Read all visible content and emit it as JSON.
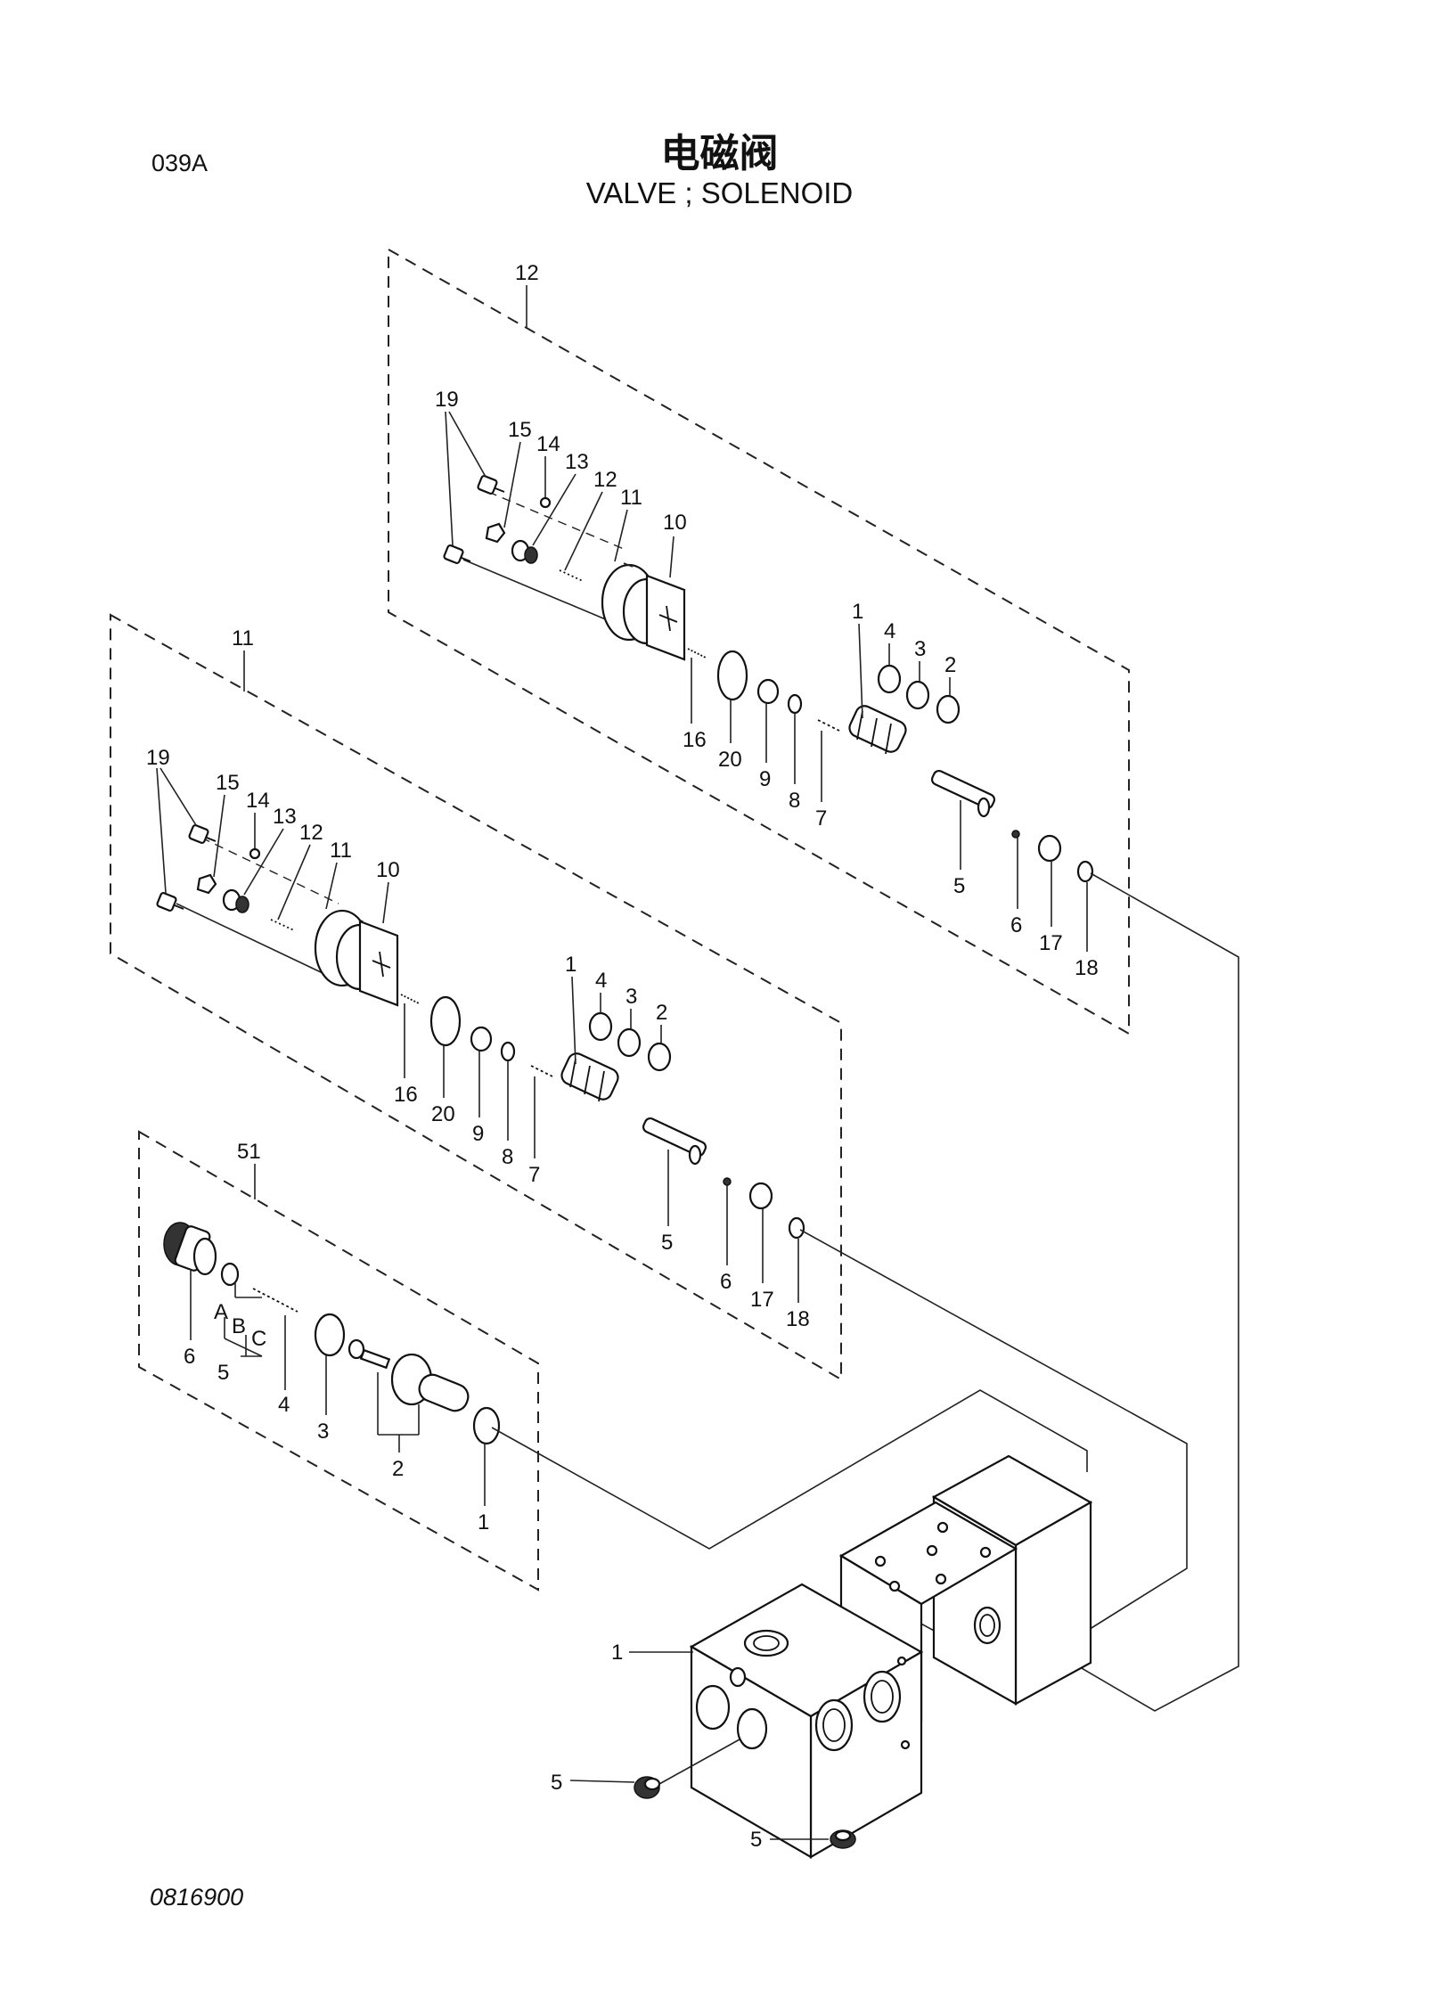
{
  "header": {
    "page_code": "039A",
    "title_cn": "电磁阀",
    "title_en": "VALVE ; SOLENOID"
  },
  "footer": {
    "doc_number": "0816900"
  },
  "assemblies": [
    {
      "id": "12",
      "labels": [
        "19",
        "15",
        "14",
        "13",
        "12",
        "11",
        "10",
        "1",
        "4",
        "3",
        "2",
        "16",
        "20",
        "9",
        "8",
        "7",
        "5",
        "6",
        "17",
        "18"
      ]
    },
    {
      "id": "11",
      "labels": [
        "19",
        "15",
        "14",
        "13",
        "12",
        "11",
        "10",
        "1",
        "4",
        "3",
        "2",
        "16",
        "20",
        "9",
        "8",
        "7",
        "5",
        "6",
        "17",
        "18"
      ]
    },
    {
      "id": "51",
      "labels": [
        "6",
        "A",
        "B",
        "C",
        "5",
        "4",
        "3",
        "2",
        "1"
      ]
    }
  ],
  "body_labels": [
    "1",
    "5",
    "5"
  ]
}
